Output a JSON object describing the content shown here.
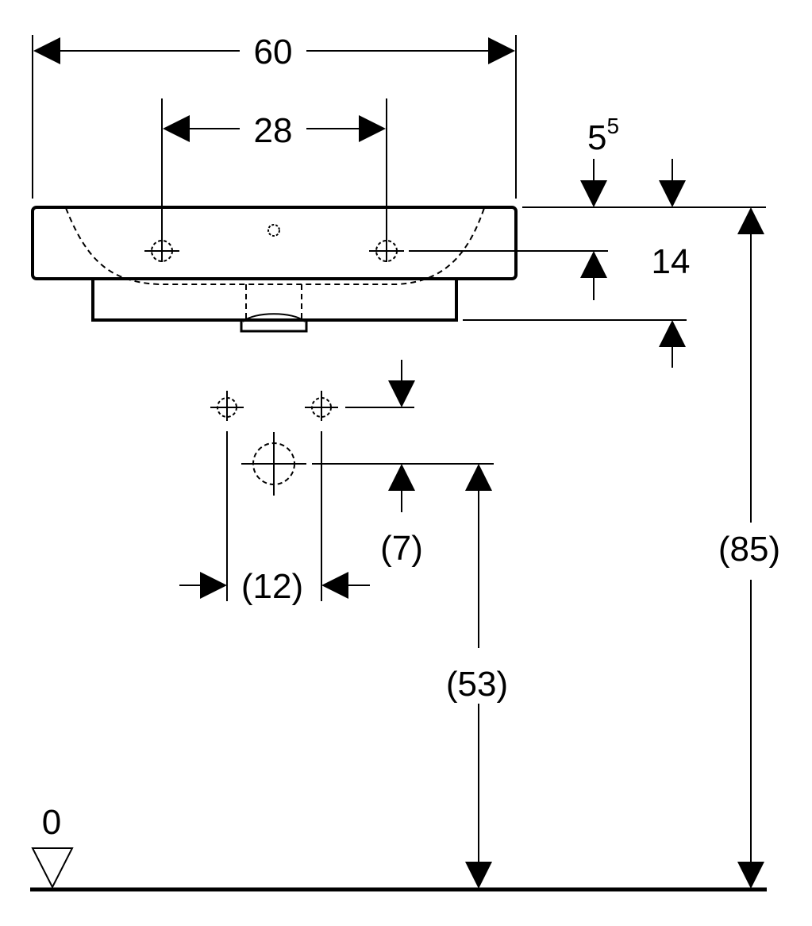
{
  "dimensions": {
    "overall_width": "60",
    "tap_hole_spacing": "28",
    "rim_thickness_base": "5",
    "rim_thickness_sup": "5",
    "basin_depth": "14",
    "supply_offset": "(7)",
    "supply_spacing": "(12)",
    "waste_height": "(53)",
    "rim_height": "(85)",
    "floor_level": "0"
  }
}
